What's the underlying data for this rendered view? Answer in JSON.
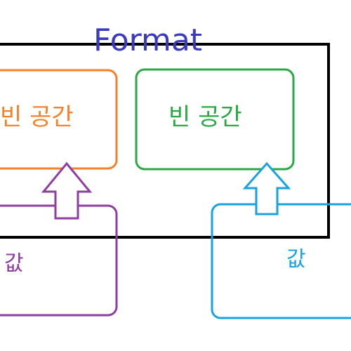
{
  "title": "Format",
  "boxes": {
    "orange": {
      "label": "빈 공간",
      "color": "#f5822a"
    },
    "green": {
      "label": "빈 공간",
      "color": "#2aa843"
    },
    "purple": {
      "label": "값",
      "color": "#8e3ea1"
    },
    "blue": {
      "label": "값",
      "color": "#1aa2e0"
    }
  },
  "colors": {
    "title": "#3a3ac0",
    "frame": "#000000",
    "background": "#ffffff"
  }
}
